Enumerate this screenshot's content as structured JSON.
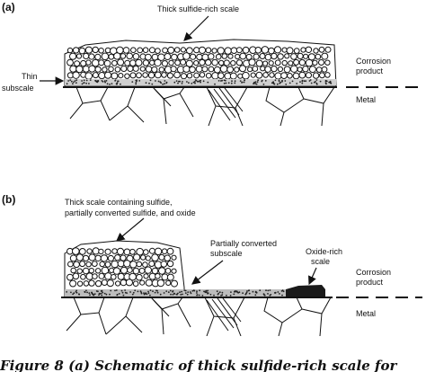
{
  "panel_a": {
    "label": "(a)",
    "scale_label": "Thick sulfide-rich scale",
    "subscale_label_1": "Thin",
    "subscale_label_2": "subscale",
    "corrosion_label_1": "Corrosion",
    "corrosion_label_2": "product",
    "metal_label": "Metal"
  },
  "panel_b": {
    "label": "(b)",
    "scale_label_1": "Thick scale containing sulfide,",
    "scale_label_2": "partially converted sulfide, and oxide",
    "partial_label_1": "Partially converted",
    "partial_label_2": "subscale",
    "oxide_label_1": "Oxide-rich",
    "oxide_label_2": "scale",
    "corrosion_label_1": "Corrosion",
    "corrosion_label_2": "product",
    "metal_label": "Metal"
  },
  "caption": "Figure 8  (a) Schematic of thick sulfide-rich scale for"
}
